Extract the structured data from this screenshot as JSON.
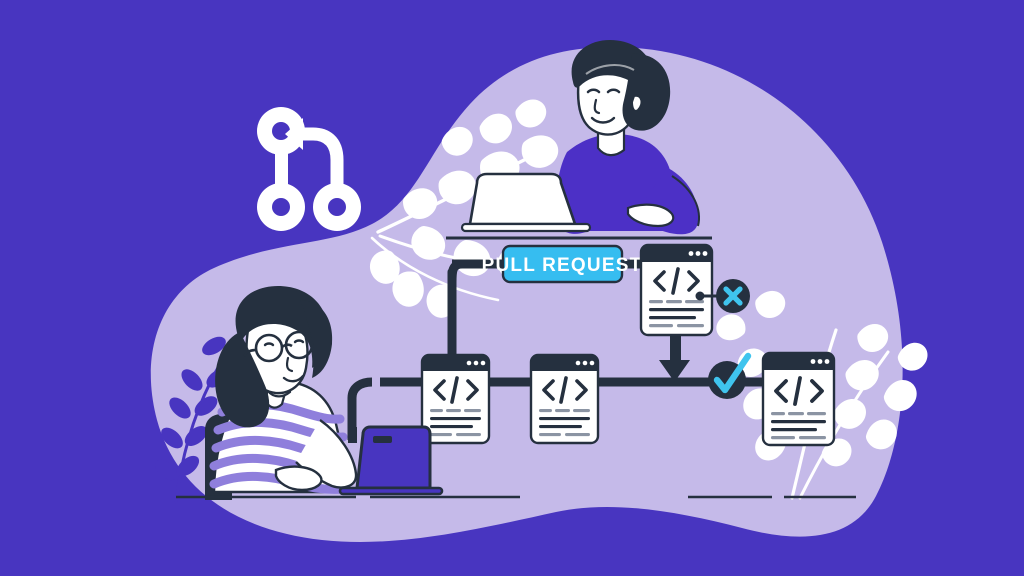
{
  "illustration": {
    "title": "Pull Request Code Review Workflow",
    "theme": "software development / git pull request",
    "background_color": "#4835c0",
    "blob_color": "#c5bae9",
    "ink_color": "#25303f",
    "paper_color": "#ffffff",
    "accent_cyan": "#3fc4ee",
    "badge_blue": "#36bdf0",
    "shirt_purple": "#4c30c6",
    "leaf_white": "#ffffff",
    "leaf_purple": "#4835c0"
  },
  "badge": {
    "label": "PULL REQUEST",
    "fill": "#36bdf0",
    "text_color": "#ffffff"
  },
  "git_icon": {
    "name": "git-pull-request-icon",
    "color": "#ffffff",
    "nodes": 3
  },
  "code_cards": [
    {
      "id": "card-rejected",
      "glyph": "</>",
      "status": "rejected",
      "status_marker": "x-mark",
      "code_lines": 5
    },
    {
      "id": "card-commit-1",
      "glyph": "</>",
      "status": "pending",
      "status_marker": "none",
      "code_lines": 5
    },
    {
      "id": "card-commit-2",
      "glyph": "</>",
      "status": "pending",
      "status_marker": "none",
      "code_lines": 5
    },
    {
      "id": "card-approved",
      "glyph": "</>",
      "status": "approved",
      "status_marker": "check-mark",
      "code_lines": 5
    }
  ],
  "status_markers": {
    "reject": {
      "name": "reject-badge",
      "symbol": "X",
      "circle_fill": "#25303f",
      "symbol_color": "#3fc4ee"
    },
    "approve": {
      "name": "approve-badge",
      "symbol": "check",
      "circle_fill": "#25303f",
      "symbol_color": "#3fc4ee"
    }
  },
  "people": [
    {
      "id": "person-top",
      "name": "developer-top",
      "hair": "dark ponytail",
      "hair_color": "#25303f",
      "shirt_color": "#4c30c6",
      "skin_color": "#ffffff",
      "device": "white laptop",
      "glasses": false
    },
    {
      "id": "person-bottom",
      "name": "developer-bottom",
      "hair": "dark wavy",
      "hair_color": "#25303f",
      "shirt_color": "#8f7fdc",
      "shirt_pattern": "stripes",
      "skin_color": "#ffffff",
      "device": "indigo laptop",
      "glasses": true
    }
  ],
  "flow": {
    "line_color": "#25303f",
    "line_width": 9,
    "arrow": {
      "name": "down-arrow",
      "direction": "down"
    }
  },
  "plants": [
    {
      "name": "branch-white-left",
      "color": "#ffffff",
      "style": "leafy-branch"
    },
    {
      "name": "branch-white-right",
      "color": "#ffffff",
      "style": "upright-stems"
    },
    {
      "name": "fern-purple-left",
      "color": "#4835c0",
      "style": "fern"
    }
  ]
}
